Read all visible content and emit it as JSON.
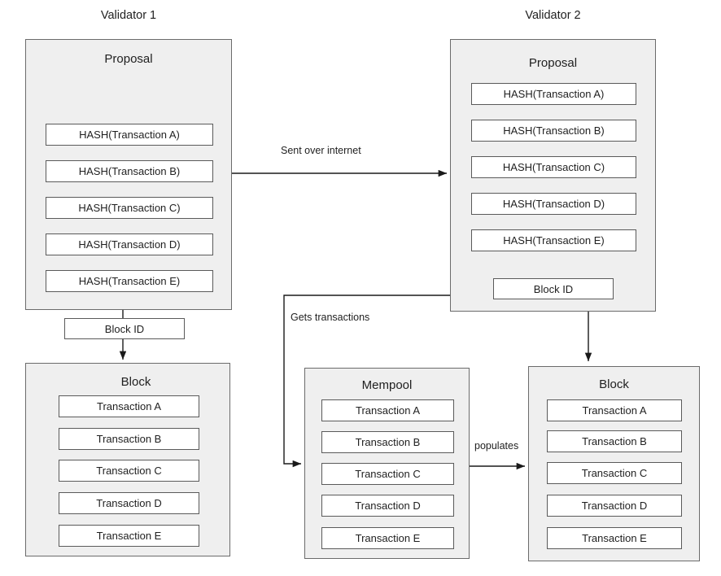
{
  "diagram": {
    "title_validator1": "Validator 1",
    "title_validator2": "Validator 2",
    "proposal_label": "Proposal",
    "block_id_label": "Block ID",
    "block_label": "Block",
    "mempool_label": "Mempool",
    "hashes": [
      "HASH(Transaction A)",
      "HASH(Transaction B)",
      "HASH(Transaction C)",
      "HASH(Transaction D)",
      "HASH(Transaction E)"
    ],
    "transactions": [
      "Transaction A",
      "Transaction B",
      "Transaction C",
      "Transaction D",
      "Transaction E"
    ],
    "edges": {
      "sent_over_internet": "Sent over internet",
      "gets_transactions": "Gets transactions",
      "populates": "populates"
    },
    "colors": {
      "panel_fill": "#efefef",
      "panel_stroke": "#6b6b6b",
      "item_fill": "#ffffff",
      "item_stroke": "#5a5a5a",
      "edge_stroke": "#1a1a1a",
      "text": "#1f1f1f",
      "background": "#ffffff"
    }
  }
}
